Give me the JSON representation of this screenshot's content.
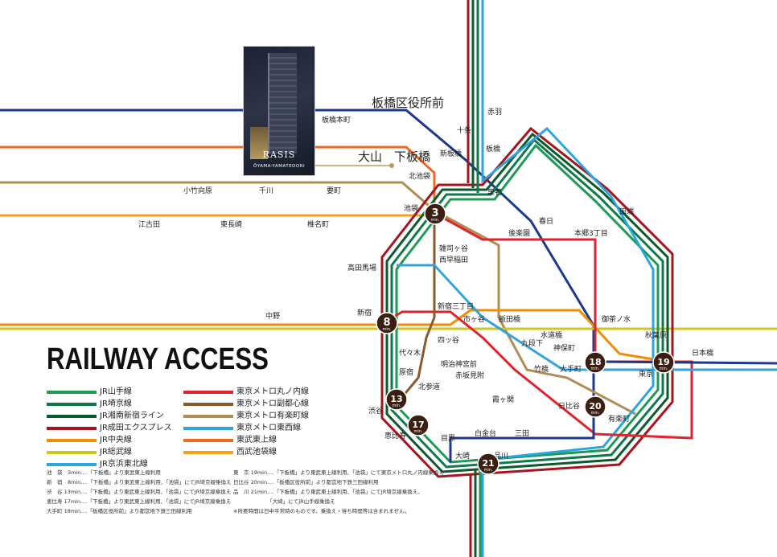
{
  "title": "RAILWAY ACCESS",
  "photo": {
    "brand": "RASIS",
    "sub": "ŌYAMA-YAMATEDORI"
  },
  "colors": {
    "yamanote": "#1e9a56",
    "saikyo": "#0e7a4c",
    "shonan": "#0b5a2c",
    "narita": "#a8141e",
    "chuo": "#f28c00",
    "sobu": "#d2c421",
    "keihin": "#2aa6de",
    "marunouchi": "#e0232c",
    "fukutoshin": "#8a5a2b",
    "yurakucho": "#b08d55",
    "tozai": "#33a3dc",
    "tojo": "#f06b20",
    "seibu": "#f6a21b"
  },
  "legend_left": [
    {
      "name": "JR山手線",
      "color": "#1e9a56"
    },
    {
      "name": "JR埼京線",
      "color": "#0e7a4c"
    },
    {
      "name": "JR湘南新宿ライン",
      "color": "#0b5a2c"
    },
    {
      "name": "JR成田エクスプレス",
      "color": "#a8141e"
    },
    {
      "name": "JR中央線",
      "color": "#f28c00"
    },
    {
      "name": "JR総武線",
      "color": "#d2c421"
    },
    {
      "name": "JR京浜東北線",
      "color": "#2aa6de"
    }
  ],
  "legend_right": [
    {
      "name": "東京メトロ丸ノ内線",
      "color": "#e0232c"
    },
    {
      "name": "東京メトロ副都心線",
      "color": "#8a5a2b"
    },
    {
      "name": "東京メトロ有楽町線",
      "color": "#b08d55"
    },
    {
      "name": "東京メトロ東西線",
      "color": "#33a3dc"
    },
    {
      "name": "東武東上線",
      "color": "#f06b20"
    },
    {
      "name": "西武池袋線",
      "color": "#f6a21b"
    }
  ],
  "notes_left": [
    "池　袋　3min.…「下板橋」より東武東上線利用",
    "新　宿　8min.…「下板橋」より東武東上線利用、「池袋」にてJR埼京線乗換え",
    "渋　谷 13min.…「下板橋」より東武東上線利用、「池袋」にてJR埼京線乗換え",
    "恵比寿 17min.…「下板橋」より東武東上線利用、「池袋」にてJR埼京線乗換え",
    "大手町 18min.…「板橋区役所前」より都営地下鉄三田線利用"
  ],
  "notes_right": [
    "東　京 19min.…「下板橋」より東武東上線利用、「池袋」にて東京メトロ丸ノ内線乗換え",
    "日比谷 20min.…「板橋区役所前」より都営地下鉄三田線利用",
    "品　川 21min.…「下板橋」より東武東上線利用、「池袋」にてJR埼京線乗換え、",
    "　　　　　　　「大崎」にてJR山手線乗換え",
    "※所要時間は日中平常時のものです。乗換え・待ち時間等は含まれません。"
  ],
  "stations": [
    {
      "id": "itabashikuyakushomae",
      "name": "板橋区役所前",
      "big": true
    },
    {
      "id": "oyama",
      "name": "大山",
      "big": true
    },
    {
      "id": "shimoitabashi",
      "name": "下板橋",
      "big": true
    },
    {
      "id": "itabashihoncho",
      "name": "板橋本町"
    },
    {
      "id": "akabane",
      "name": "赤羽"
    },
    {
      "id": "jujo",
      "name": "十条"
    },
    {
      "id": "shinitabashi",
      "name": "新板橋"
    },
    {
      "id": "itabashi",
      "name": "板橋"
    },
    {
      "id": "kitaikebukuro",
      "name": "北池袋"
    },
    {
      "id": "kotakemukaihara",
      "name": "小竹向原"
    },
    {
      "id": "senkawa",
      "name": "千川"
    },
    {
      "id": "kanamecho",
      "name": "要町"
    },
    {
      "id": "ekoda",
      "name": "江古田"
    },
    {
      "id": "higashinagasaki",
      "name": "東長崎"
    },
    {
      "id": "shiinamachi",
      "name": "椎名町"
    },
    {
      "id": "ikebukuro",
      "name": "池袋"
    },
    {
      "id": "sugamo",
      "name": "巣鴨"
    },
    {
      "id": "tabata",
      "name": "田端"
    },
    {
      "id": "kasuga",
      "name": "春日"
    },
    {
      "id": "korakuen",
      "name": "後楽園"
    },
    {
      "id": "hongosanchome",
      "name": "本郷3丁目"
    },
    {
      "id": "zoshigaya",
      "name": "雑司ヶ谷"
    },
    {
      "id": "nishiwaseda",
      "name": "西早稲田"
    },
    {
      "id": "takadanobaba",
      "name": "高田馬場"
    },
    {
      "id": "shinjuku",
      "name": "新宿"
    },
    {
      "id": "nakano",
      "name": "中野"
    },
    {
      "id": "shinjukusanchome",
      "name": "新宿三丁目"
    },
    {
      "id": "ichigaya",
      "name": "市ヶ谷"
    },
    {
      "id": "iidabashi",
      "name": "飯田橋"
    },
    {
      "id": "ochanomizu",
      "name": "御茶ノ水"
    },
    {
      "id": "akihabara",
      "name": "秋葉原"
    },
    {
      "id": "suidobashi",
      "name": "水道橋"
    },
    {
      "id": "kudanshita",
      "name": "九段下"
    },
    {
      "id": "jimbocho",
      "name": "神保町"
    },
    {
      "id": "takebashi",
      "name": "竹橋"
    },
    {
      "id": "otemachi",
      "name": "大手町"
    },
    {
      "id": "tokyo",
      "name": "東京"
    },
    {
      "id": "nihombashi",
      "name": "日本橋"
    },
    {
      "id": "yotsuya",
      "name": "四ッ谷"
    },
    {
      "id": "yoyogi",
      "name": "代々木"
    },
    {
      "id": "meijijingumae",
      "name": "明治神宮前"
    },
    {
      "id": "harajuku",
      "name": "原宿"
    },
    {
      "id": "akasakamitsuke",
      "name": "赤坂見附"
    },
    {
      "id": "kitasando",
      "name": "北参道"
    },
    {
      "id": "kasumigaseki",
      "name": "霞ヶ関"
    },
    {
      "id": "hibiya",
      "name": "日比谷"
    },
    {
      "id": "yurakucho",
      "name": "有楽町"
    },
    {
      "id": "shibuya",
      "name": "渋谷"
    },
    {
      "id": "ebisu",
      "name": "恵比寿"
    },
    {
      "id": "meguro",
      "name": "目黒"
    },
    {
      "id": "shirokanedai",
      "name": "白金台"
    },
    {
      "id": "mita",
      "name": "三田"
    },
    {
      "id": "osaki",
      "name": "大崎"
    },
    {
      "id": "shinagawa",
      "name": "品川"
    }
  ],
  "badges": [
    {
      "id": "ikebukuro",
      "minutes": "3"
    },
    {
      "id": "shinjuku",
      "minutes": "8"
    },
    {
      "id": "shibuya",
      "minutes": "13"
    },
    {
      "id": "ebisu",
      "minutes": "17"
    },
    {
      "id": "otemachi",
      "minutes": "18"
    },
    {
      "id": "tokyo",
      "minutes": "19"
    },
    {
      "id": "hibiya",
      "minutes": "20"
    },
    {
      "id": "shinagawa",
      "minutes": "21"
    }
  ],
  "min_label": "min."
}
